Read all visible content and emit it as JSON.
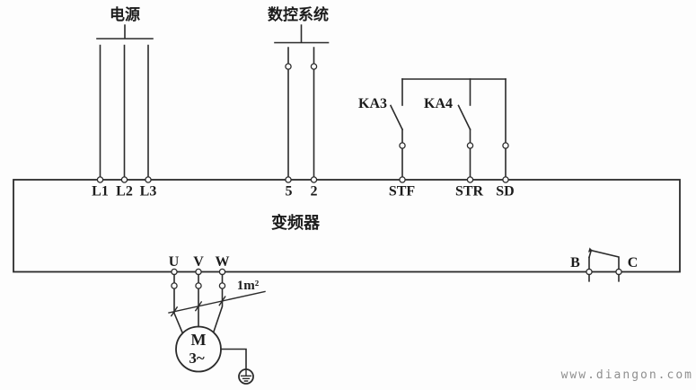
{
  "colors": {
    "line": "#2b2b2b",
    "text": "#1c1c1c",
    "watermark": "#8f8f8f",
    "background": "#fdfdfd"
  },
  "power": {
    "label": "电源"
  },
  "cnc_system": {
    "label": "数控系统"
  },
  "relays": {
    "ka3_label": "KA3",
    "ka4_label": "KA4"
  },
  "inverter": {
    "label": "变频器",
    "top_terminals": {
      "l1": "L1",
      "l2": "L2",
      "l3": "L3",
      "t5": "5",
      "t2": "2",
      "stf": "STF",
      "str": "STR",
      "sd": "SD"
    },
    "bottom_terminals": {
      "u": "U",
      "v": "V",
      "w": "W",
      "b": "B",
      "c": "C"
    }
  },
  "motor": {
    "symbol": "M",
    "phase": "3~"
  },
  "cable_note": {
    "label": "1m²"
  },
  "watermark": {
    "text": "www.diangon.com"
  }
}
